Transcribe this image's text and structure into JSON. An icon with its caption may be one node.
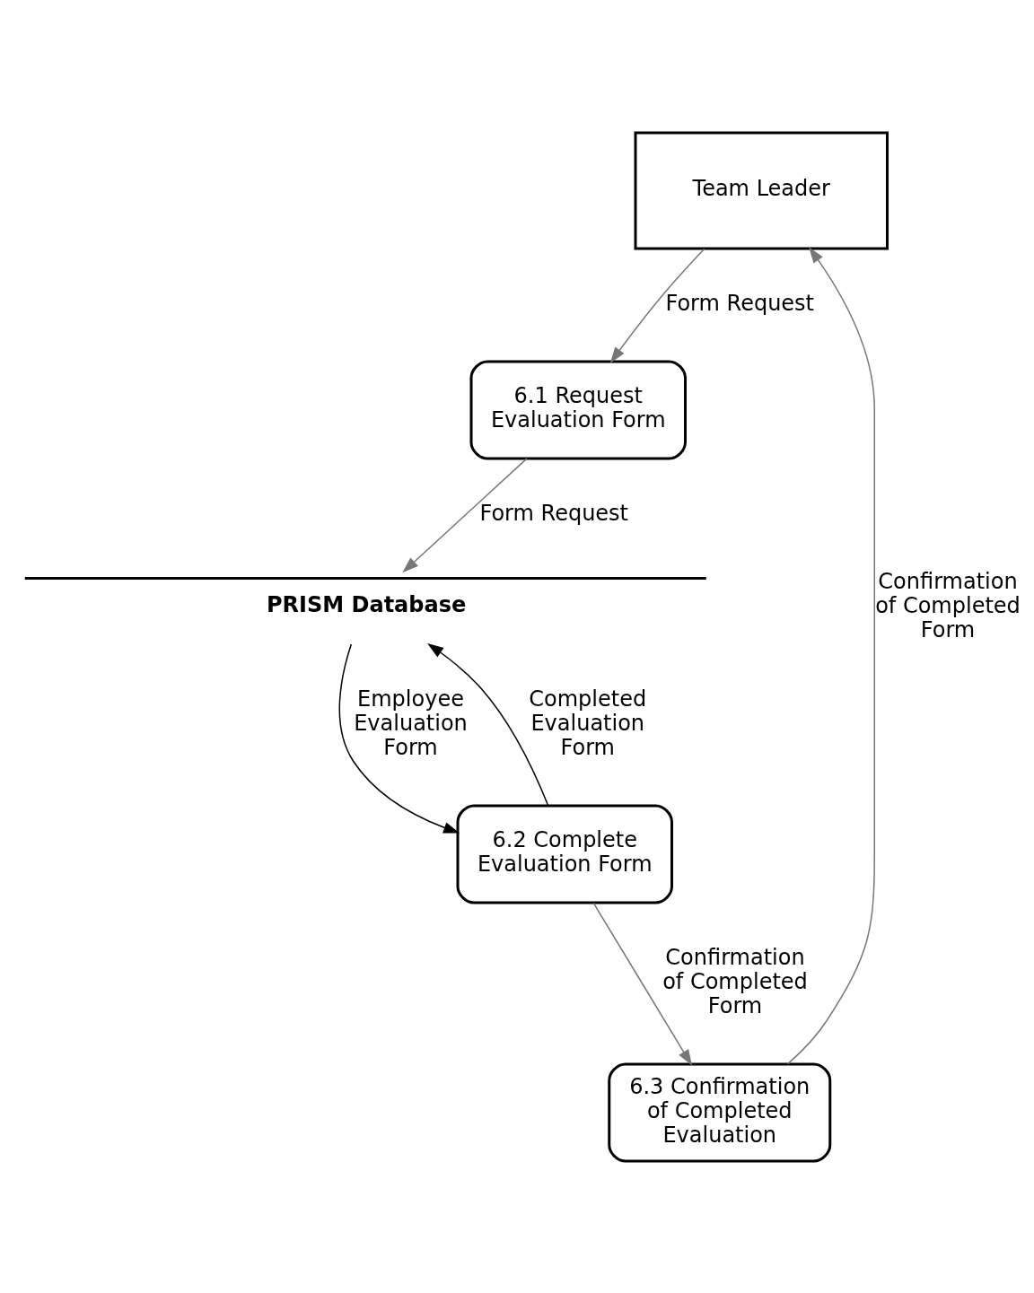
{
  "diagram": {
    "nodes": [
      {
        "text": [
          "Team Leader"
        ]
      },
      {
        "text": [
          "6.1 Request Evaluation Form"
        ]
      },
      {
        "text": [
          "6.3 Confirmation of Completed Evaluation"
        ]
      },
      {
        "text": [
          "6.2 Complete Evaluation Form"
        ]
      },
      {
        "text": [
          "PRISM Database"
        ]
      }
    ],
    "edges": [
      {
        "from": 0,
        "to": 1,
        "arrow": "to",
        "label": "Form Request"
      },
      {
        "from": 2,
        "to": 0,
        "arrow": "to",
        "label": "Confirmation of Completed Form"
      },
      {
        "from": 3,
        "to": 2,
        "arrow": "to",
        "label": "Confirmation of Completed Form"
      },
      {
        "from": 1,
        "to": 4,
        "arrow": "to",
        "label": "Form Request"
      },
      {
        "from": 4,
        "to": 3,
        "arrow": "to",
        "label": "Employee Evaluation Form",
        "color": "#000000"
      },
      {
        "from": 3,
        "to": 4,
        "arrow": "to",
        "label": "Completed Evaluation Form",
        "color": "#000000"
      }
    ]
  }
}
